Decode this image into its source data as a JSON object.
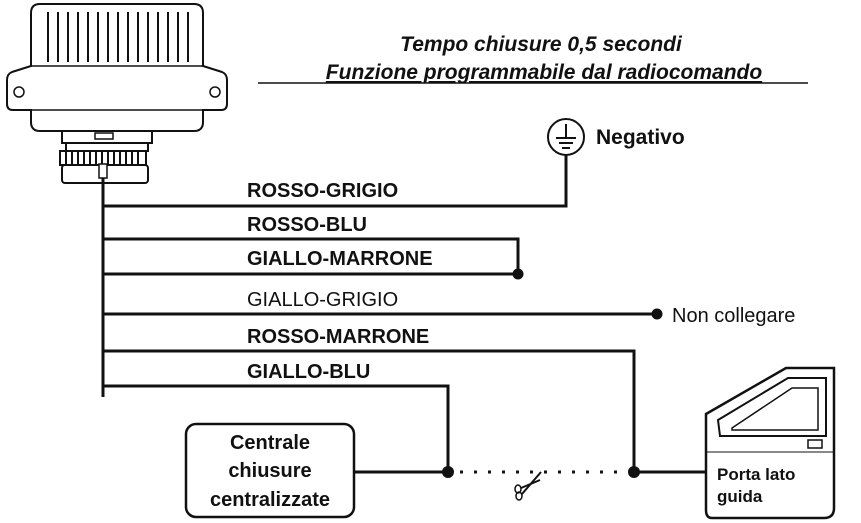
{
  "title": {
    "line1": "Tempo chiusure 0,5 secondi",
    "line2": "Funzione programmabile dal radiocomando"
  },
  "ground": {
    "label": "Negativo",
    "icon": "ground-icon"
  },
  "wires": [
    {
      "label": "ROSSO-GRIGIO"
    },
    {
      "label": "ROSSO-BLU"
    },
    {
      "label": "GIALLO-MARRONE"
    },
    {
      "label": "GIALLO-GRIGIO"
    },
    {
      "label": "ROSSO-MARRONE"
    },
    {
      "label": "GIALLO-BLU"
    }
  ],
  "non_collegare": "Non collegare",
  "centrale": {
    "line1": "Centrale",
    "line2": "chiusure",
    "line3": "centralizzate"
  },
  "porta": {
    "line1": "Porta lato",
    "line2": "guida"
  },
  "icons": {
    "module": "control-module-icon",
    "scissors": "scissors-icon",
    "door": "car-door-icon"
  }
}
